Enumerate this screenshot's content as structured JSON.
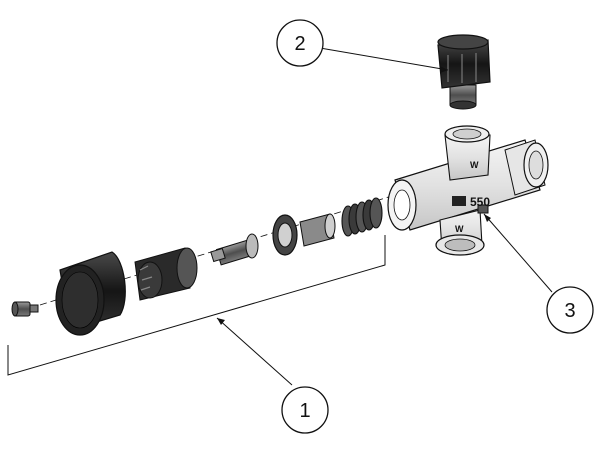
{
  "callouts": [
    {
      "id": "1",
      "label": "1"
    },
    {
      "id": "2",
      "label": "2"
    },
    {
      "id": "3",
      "label": "3"
    }
  ],
  "body_markings": {
    "model": "550",
    "port_symbols": [
      "W",
      "W"
    ]
  },
  "colors": {
    "line": "#111111",
    "part_dark": "#1c1c1c",
    "part_mid": "#6e6e6e",
    "part_light": "#dcdcdc",
    "background": "#ffffff"
  }
}
